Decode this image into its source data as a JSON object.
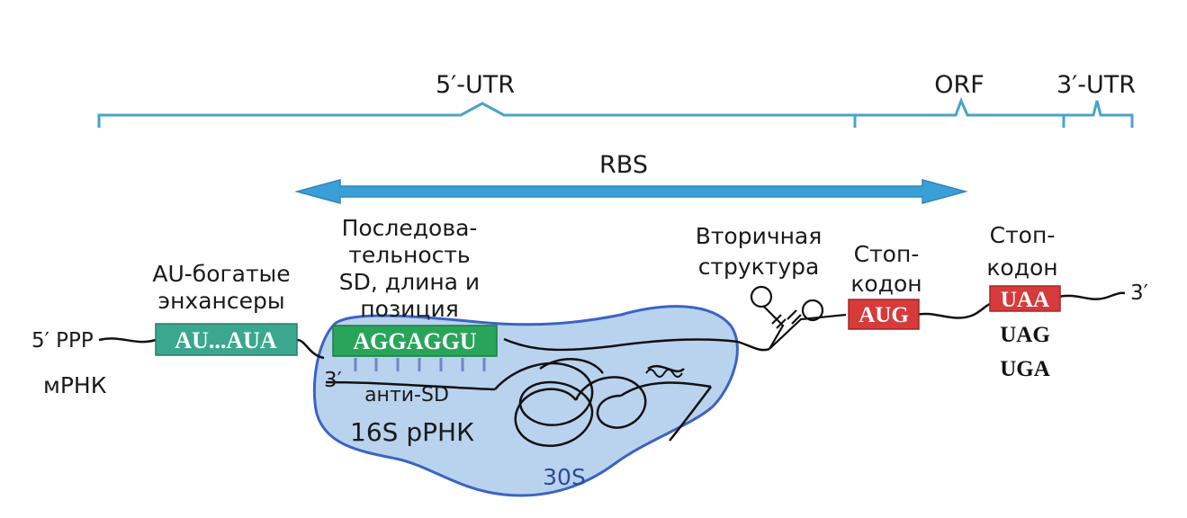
{
  "regions": {
    "utr5": "5′-UTR",
    "orf": "ORF",
    "utr3": "3′-UTR"
  },
  "rbs": "RBS",
  "labels": {
    "au_enhancers": [
      "AU-богатые",
      "энхансеры"
    ],
    "sd_sequence": [
      "Последова-",
      "тельность",
      "SD, длина и",
      "позиция"
    ],
    "secondary_structure": [
      "Вторичная",
      "структура"
    ],
    "start_codon_label": [
      "Стоп-",
      "кодон"
    ],
    "stop_codon_label": [
      "Стоп-",
      "кодон"
    ],
    "five_prime_ppp": "5′ PPP",
    "three_prime_end": "3′",
    "mrna": "мРНК",
    "anti_sd_three_prime": "3′",
    "anti_sd": "анти-SD",
    "rrna_16s": "16S рРНК",
    "subunit_30s": "30S"
  },
  "sequences": {
    "au_box": "AU...AUA",
    "sd_box": "AGGAGGU",
    "start_box": "AUG",
    "stop_box": "UAA",
    "stop_alt1": "UAG",
    "stop_alt2": "UGA"
  },
  "colors": {
    "bracket": "#4aa3c9",
    "arrow": "#3a9fd6",
    "ribosome_fill": "#b9d3ee",
    "ribosome_stroke": "#3b63c4",
    "au_box": "#3aa78e",
    "sd_box": "#29a55a",
    "codon_box": "#d63a3a",
    "anti_sd_ticks": "#6f86c8",
    "label_30s": "#2b4a9a"
  }
}
